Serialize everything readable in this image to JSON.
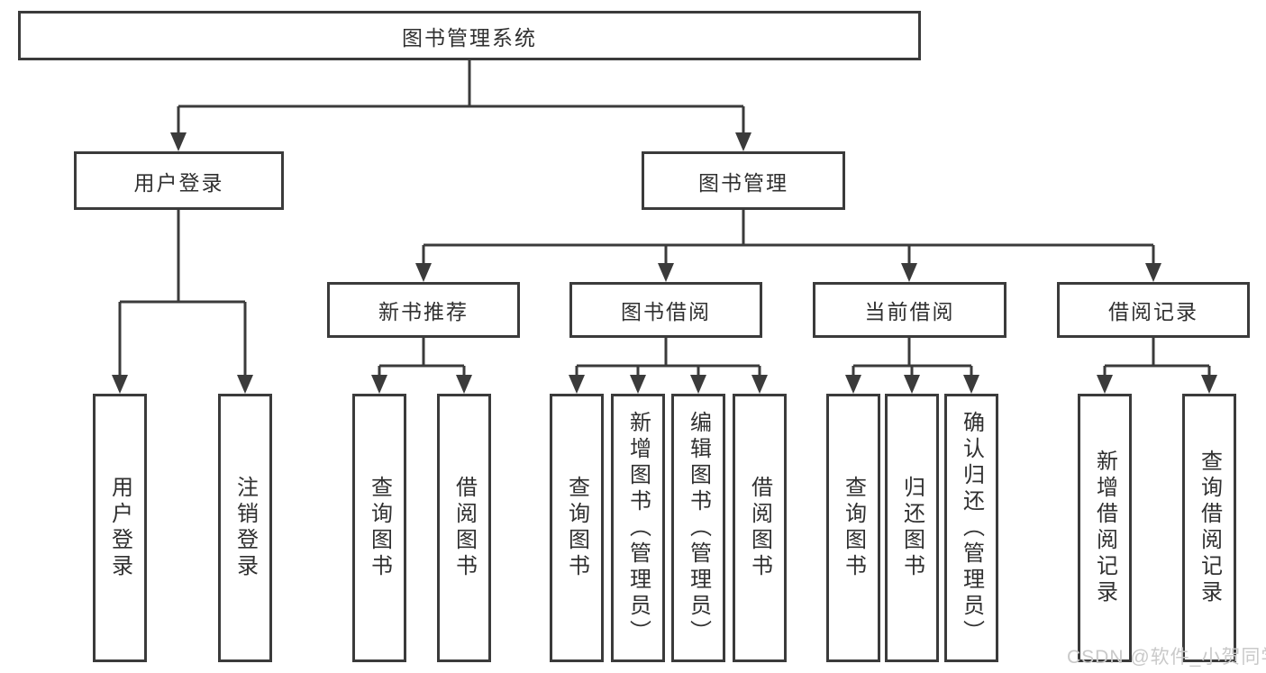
{
  "root": "图书管理系统",
  "level2": {
    "user_login": "用户登录",
    "book_management": "图书管理"
  },
  "level3": {
    "new_books": "新书推荐",
    "borrowing": "图书借阅",
    "current": "当前借阅",
    "records": "借阅记录"
  },
  "leaves": {
    "user_login": [
      "用户登录",
      "注销登录"
    ],
    "new_books": [
      "查询图书",
      "借阅图书"
    ],
    "borrowing": [
      "查询图书",
      "新增图书（管理员）",
      "编辑图书（管理员）",
      "借阅图书"
    ],
    "current": [
      "查询图书",
      "归还图书",
      "确认归还（管理员）"
    ],
    "records": [
      "新增借阅记录",
      "查询借阅记录"
    ]
  },
  "watermark": "CSDN @软件_小贺同学",
  "colors": {
    "line": "#3b3b3b",
    "text": "#303030",
    "watermark_text": "#c9c9c9",
    "background": "#ffffff"
  }
}
